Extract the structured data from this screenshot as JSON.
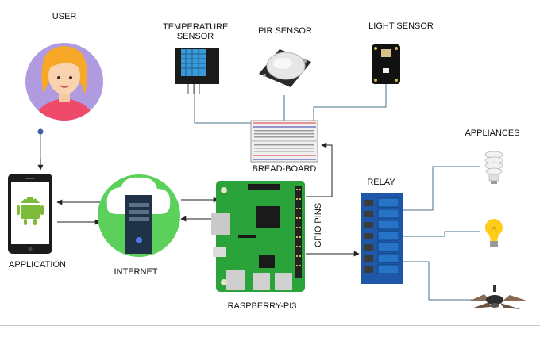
{
  "labels": {
    "user": "USER",
    "temperature_sensor_line1": "TEMPERATURE",
    "temperature_sensor_line2": "SENSOR",
    "pir_sensor": "PIR SENSOR",
    "light_sensor": "LIGHT SENSOR",
    "appliances": "APPLIANCES",
    "bread_board": "BREAD-BOARD",
    "relay": "RELAY",
    "gpio_pins": "GPIO PINS",
    "application": "APPLICATION",
    "internet": "INTERNET",
    "raspberry_pi": "RASPBERRY-PI3"
  },
  "icons": {
    "user": "user-avatar-icon",
    "phone": "android-phone-icon",
    "internet": "cloud-server-icon",
    "temperature": "temperature-sensor-icon",
    "pir": "pir-sensor-icon",
    "light": "light-sensor-icon",
    "breadboard": "breadboard-icon",
    "raspberry": "raspberry-pi-board-icon",
    "relay": "relay-module-icon",
    "cfl": "cfl-bulb-icon",
    "bulb": "light-bulb-icon",
    "fan": "ceiling-fan-icon"
  },
  "colors": {
    "line": "#4a6f8a",
    "user_circle": "#b09be0",
    "internet_circle": "#5bd05a",
    "board_green": "#2aa33a",
    "relay_blue": "#1e57a8",
    "android_green": "#7cbc3a"
  }
}
